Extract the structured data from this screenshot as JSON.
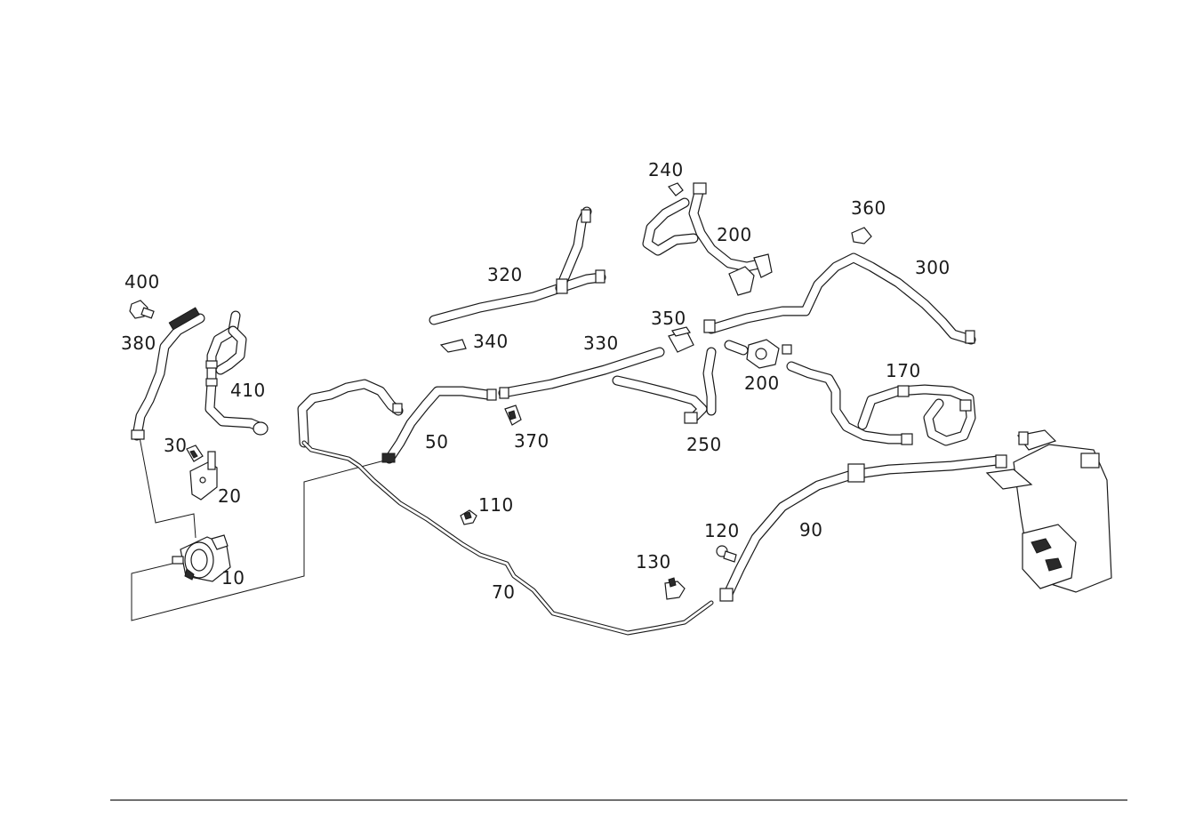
{
  "diagram": {
    "callouts": [
      {
        "id": "c10",
        "label": "10"
      },
      {
        "id": "c20",
        "label": "20"
      },
      {
        "id": "c30",
        "label": "30"
      },
      {
        "id": "c50",
        "label": "50"
      },
      {
        "id": "c70",
        "label": "70"
      },
      {
        "id": "c90",
        "label": "90"
      },
      {
        "id": "c110",
        "label": "110"
      },
      {
        "id": "c120",
        "label": "120"
      },
      {
        "id": "c130",
        "label": "130"
      },
      {
        "id": "c170",
        "label": "170"
      },
      {
        "id": "c200a",
        "label": "200"
      },
      {
        "id": "c200b",
        "label": "200"
      },
      {
        "id": "c240",
        "label": "240"
      },
      {
        "id": "c250",
        "label": "250"
      },
      {
        "id": "c300",
        "label": "300"
      },
      {
        "id": "c320",
        "label": "320"
      },
      {
        "id": "c330",
        "label": "330"
      },
      {
        "id": "c340",
        "label": "340"
      },
      {
        "id": "c350",
        "label": "350"
      },
      {
        "id": "c360",
        "label": "360"
      },
      {
        "id": "c370",
        "label": "370"
      },
      {
        "id": "c380",
        "label": "380"
      },
      {
        "id": "c400",
        "label": "400"
      },
      {
        "id": "c410",
        "label": "410"
      }
    ]
  }
}
